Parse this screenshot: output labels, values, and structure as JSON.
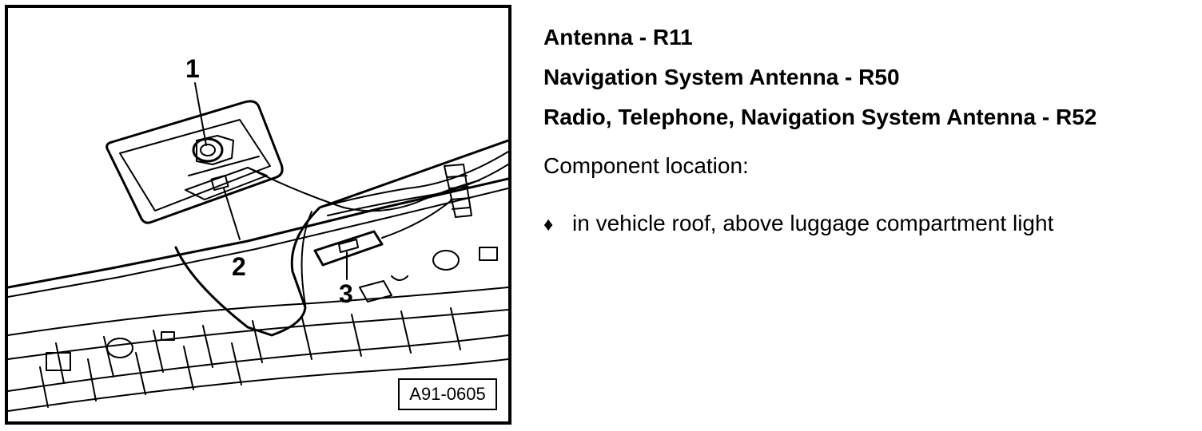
{
  "figure": {
    "callouts": [
      "1",
      "2",
      "3"
    ],
    "figure_id": "A91-0605"
  },
  "text": {
    "headings": [
      "Antenna - R11",
      "Navigation System Antenna - R50",
      "Radio, Telephone, Navigation System Antenna - R52"
    ],
    "intro": "Component location:",
    "bullet_marker": "♦",
    "bullet_text": "in vehicle roof, above luggage compartment light"
  }
}
